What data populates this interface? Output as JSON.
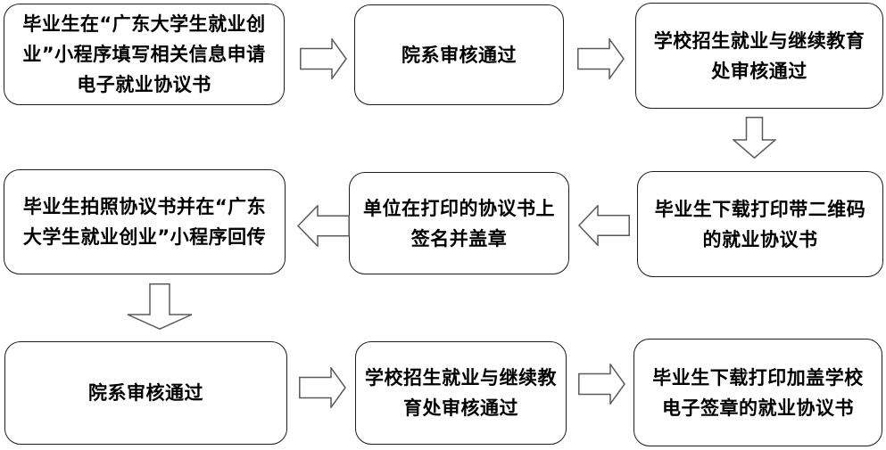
{
  "flow": {
    "background": "#ffffff",
    "box_fill": "#ffffff",
    "box_border_color": "#1c1c1c",
    "arrow_fill": "#ffffff",
    "arrow_outline_color": "#5a5a5a",
    "text_color": "#000000",
    "nodes": [
      {
        "id": "step-1",
        "text": "毕业生在“广东大学生就业创\n业”小程序填写相关信息申请\n电子就业协议书"
      },
      {
        "id": "step-2",
        "text": "院系审核通过"
      },
      {
        "id": "step-3",
        "text": "学校招生就业与继续教育\n处审核通过"
      },
      {
        "id": "step-4",
        "text": "毕业生下载打印带二维码\n的就业协议书"
      },
      {
        "id": "step-5",
        "text": "单位在打印的协议书上\n签名并盖章"
      },
      {
        "id": "step-6",
        "text": "毕业生拍照协议书并在“广东\n大学生就业创业”小程序回传"
      },
      {
        "id": "step-7",
        "text": "院系审核通过"
      },
      {
        "id": "step-8",
        "text": "学校招生就业与继续教\n育处审核通过"
      },
      {
        "id": "step-9",
        "text": "毕业生下载打印加盖学校\n电子签章的就业协议书"
      }
    ],
    "connections": [
      {
        "from": "step-1",
        "to": "step-2",
        "direction": "right"
      },
      {
        "from": "step-2",
        "to": "step-3",
        "direction": "right"
      },
      {
        "from": "step-3",
        "to": "step-4",
        "direction": "down"
      },
      {
        "from": "step-4",
        "to": "step-5",
        "direction": "left"
      },
      {
        "from": "step-5",
        "to": "step-6",
        "direction": "left"
      },
      {
        "from": "step-6",
        "to": "step-7",
        "direction": "down"
      },
      {
        "from": "step-7",
        "to": "step-8",
        "direction": "right"
      },
      {
        "from": "step-8",
        "to": "step-9",
        "direction": "right"
      }
    ]
  }
}
